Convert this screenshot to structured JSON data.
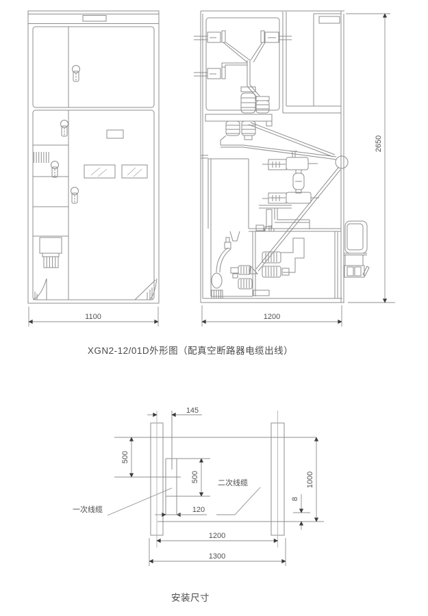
{
  "colors": {
    "line": "#8c8c8c",
    "text": "#4a4a4a",
    "arrow": "#3c3c3c",
    "background": "#ffffff"
  },
  "outline_figure": {
    "caption": "XGN2-12/01D外形图（配真空断路器电缆出线）",
    "dimensions": {
      "front_width": "1100",
      "side_depth": "1200",
      "height": "2650"
    }
  },
  "installation_figure": {
    "caption": "安装尺寸",
    "labels": {
      "primary_cable": "一次线缆",
      "secondary_cable": "二次线缆"
    },
    "dimensions": {
      "front_channel_offset": "145",
      "left_depth": "500",
      "pit_depth": "500",
      "pit_width": "120",
      "foundation_span": "1200",
      "overall_width": "1300",
      "right_depth": "1000",
      "channel_height": "8"
    }
  }
}
